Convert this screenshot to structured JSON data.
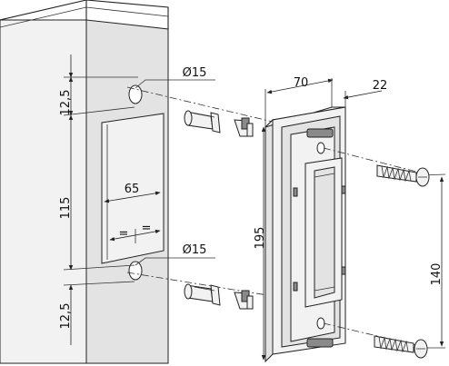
{
  "dimensions": {
    "hole_top_diameter": "Ø15",
    "hole_bottom_diameter": "Ø15",
    "top_offset": "12,5",
    "bottom_offset": "12,5",
    "hole_spacing": "115",
    "cutout_width": "65",
    "equal_left": "=",
    "equal_right": "=",
    "keeper_width": "70",
    "keeper_depth": "22",
    "keeper_height": "195",
    "screw_spacing": "140"
  }
}
